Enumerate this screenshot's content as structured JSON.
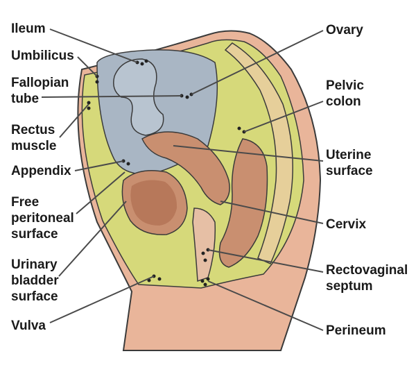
{
  "labels": {
    "ileum": "Ileum",
    "umbilicus": "Umbilicus",
    "fallopian_tube": [
      "Fallopian",
      "tube"
    ],
    "rectus_muscle": [
      "Rectus",
      "muscle"
    ],
    "appendix": "Appendix",
    "free_peritoneal_surface": [
      "Free",
      "peritoneal",
      "surface"
    ],
    "urinary_bladder_surface": [
      "Urinary",
      "bladder",
      "surface"
    ],
    "vulva": "Vulva",
    "ovary": "Ovary",
    "pelvic_colon": [
      "Pelvic",
      "colon"
    ],
    "uterine_surface": [
      "Uterine",
      "surface"
    ],
    "cervix": "Cervix",
    "rectovaginal_septum": [
      "Rectovaginal",
      "septum"
    ],
    "perineum": "Perineum"
  },
  "colors": {
    "skin": "#e9b59a",
    "fat": "#d6d97a",
    "peritoneal_cavity": "#a9b6c4",
    "uterus": "#c98f70",
    "organ_lumen": "#b7785a",
    "outline": "#3a3a3a"
  }
}
